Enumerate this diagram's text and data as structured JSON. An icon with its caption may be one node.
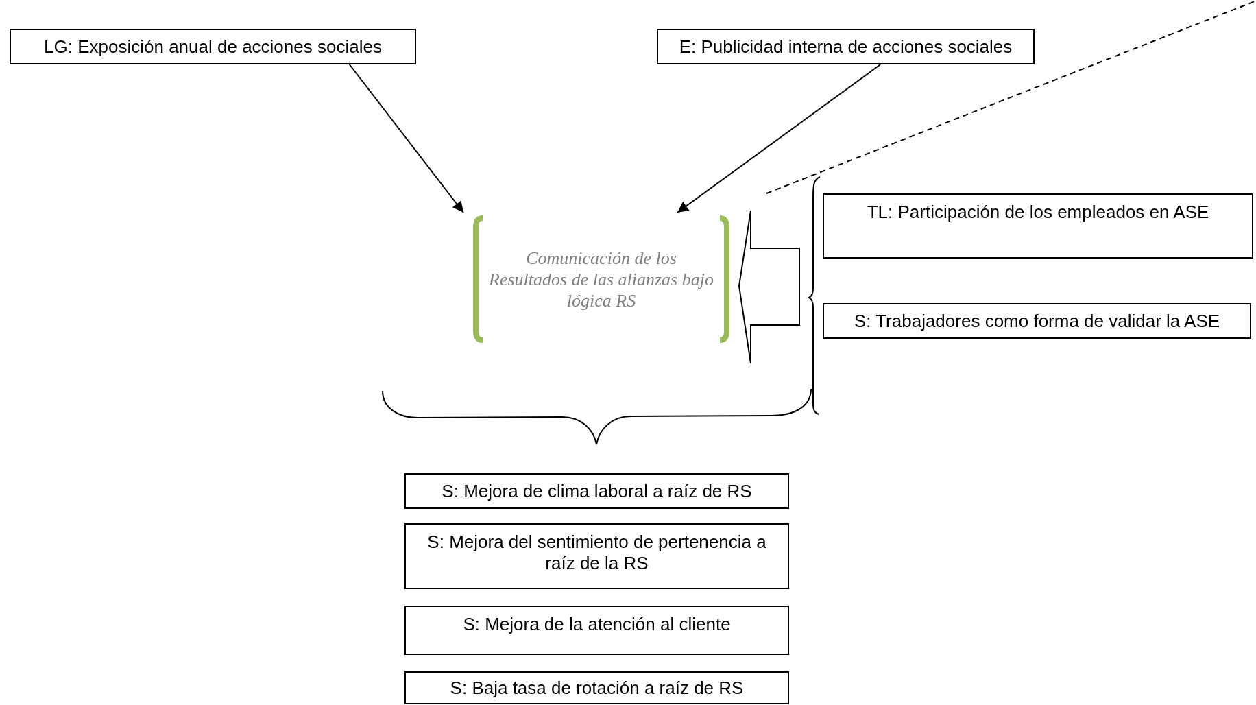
{
  "diagram": {
    "nodes": [
      {
        "text": [
          "LG: Exposición anual de acciones sociales"
        ]
      },
      {
        "text": [
          "E: Publicidad interna de acciones sociales"
        ]
      },
      {
        "text": [
          "Comunicación de los Resultados de las alianzas bajo lógica RS"
        ]
      },
      {
        "text": [
          "TL: Participación de los empleados en ASE"
        ]
      },
      {
        "text": [
          "S: Trabajadores como forma de validar la ASE"
        ]
      },
      {
        "text": [
          "S: Mejora de clima laboral a raíz de RS"
        ]
      },
      {
        "text": [
          "S: Mejora del sentimiento de pertenencia a raíz de la RS"
        ]
      },
      {
        "text": [
          "S: Mejora de la atención al cliente"
        ]
      },
      {
        "text": [
          "S: Baja tasa de rotación a raíz de RS"
        ]
      }
    ],
    "edges": [
      {
        "from": 0,
        "to": 2,
        "arrow": "to"
      },
      {
        "from": 1,
        "to": 2,
        "arrow": "to"
      },
      {
        "from": 3,
        "to": 2,
        "arrow": "to",
        "style": "thick"
      },
      {
        "from": 4,
        "to": 2,
        "arrow": "to",
        "style": "thick"
      }
    ]
  }
}
